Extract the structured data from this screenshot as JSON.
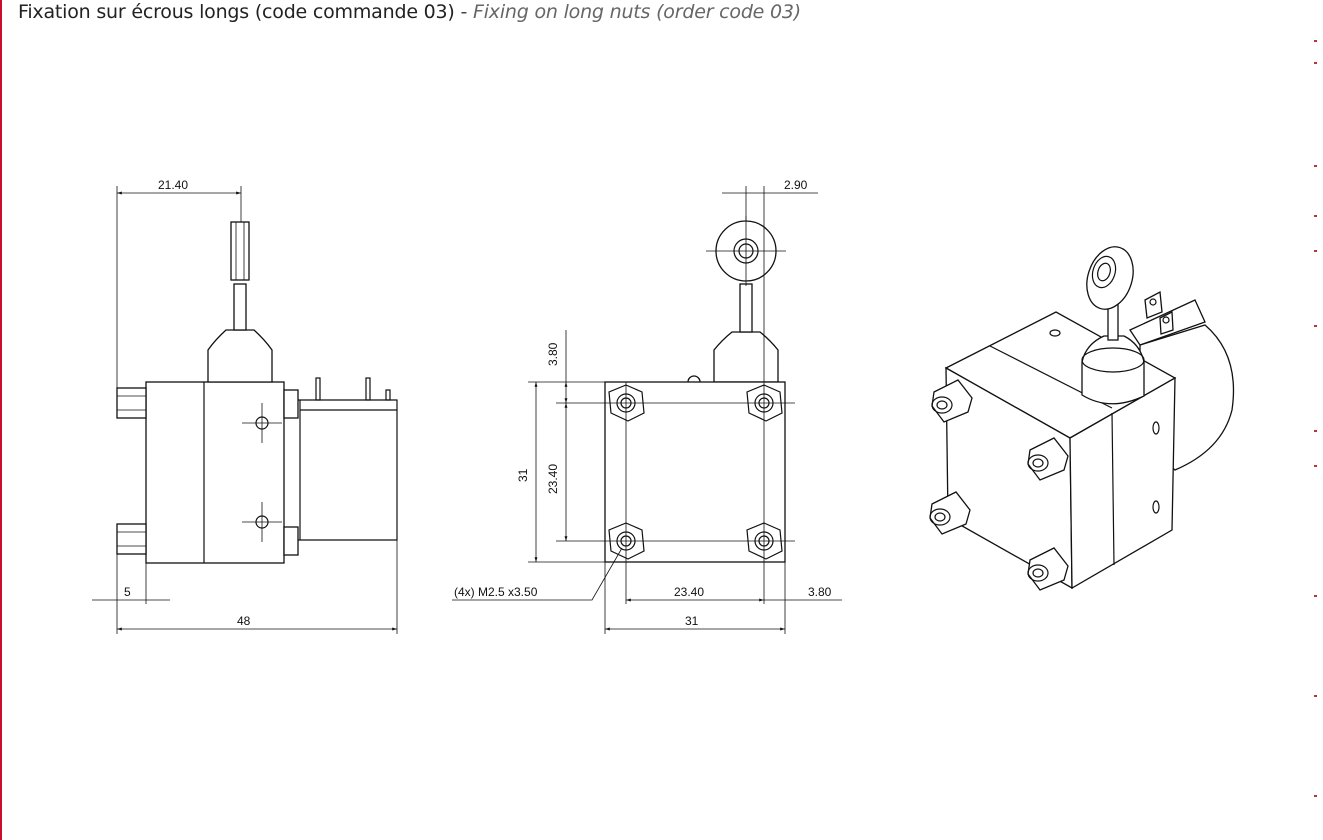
{
  "header": {
    "title_fr": "Fixation sur écrous longs (code commande 03)",
    "separator": " - ",
    "title_en": "Fixing on long nuts (order code 03)"
  },
  "side_view": {
    "dim_top": "21.40",
    "dim_left": "5",
    "dim_bottom": "48"
  },
  "front_view": {
    "dim_top": "2.90",
    "dim_v_top": "3.80",
    "dim_v_total": "31",
    "dim_v_mid": "23.40",
    "thread_note": "(4x) M2.5 x3.50",
    "dim_h_mid": "23.40",
    "dim_h_right": "3.80",
    "dim_h_total": "31"
  },
  "colors": {
    "accent": "#c8102e",
    "line": "#111111"
  }
}
